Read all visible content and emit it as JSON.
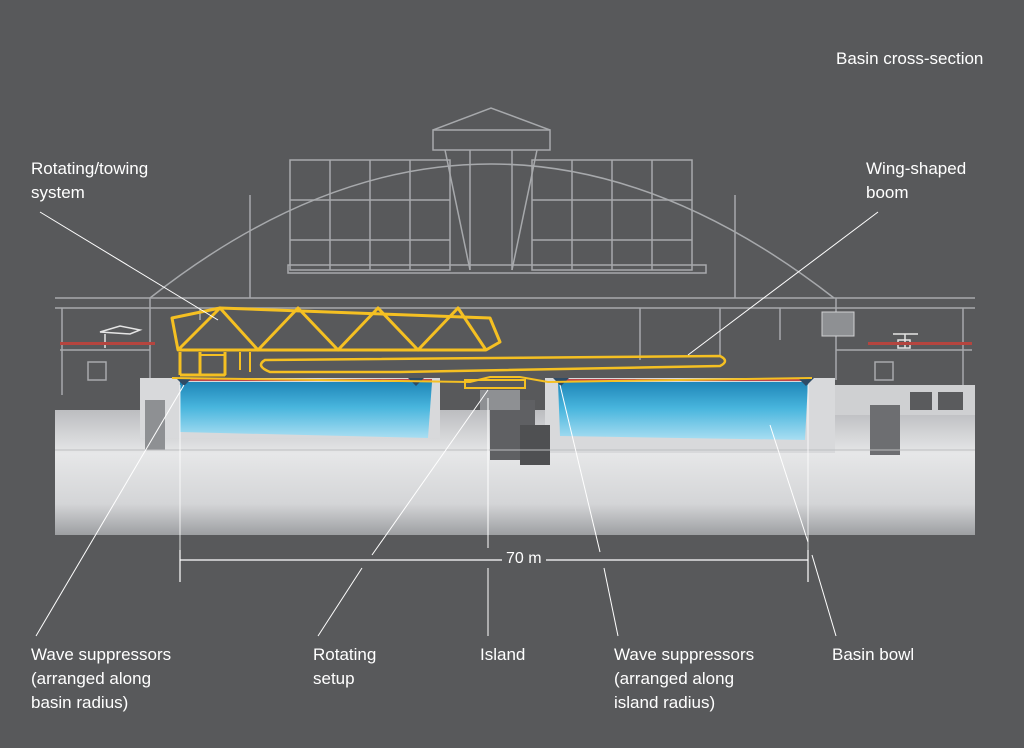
{
  "title": "Basin cross-section",
  "labels": {
    "towing": [
      "Rotating/towing",
      "system"
    ],
    "wing": [
      "Wing-shaped",
      "boom"
    ],
    "ws_basin": [
      "Wave suppressors",
      "(arranged along",
      "basin radius)"
    ],
    "rotating": [
      "Rotating",
      "setup"
    ],
    "island": [
      "Island"
    ],
    "ws_island": [
      "Wave suppressors",
      "(arranged along",
      "island radius)"
    ],
    "bowl": [
      "Basin bowl"
    ]
  },
  "dimension": "70 m",
  "colors": {
    "background": "#58595b",
    "structure_line": "#a7a9ac",
    "truss": "#f5c022",
    "water": "#3aa8d4",
    "concrete": "#d1d2d4",
    "label": "#ffffff"
  }
}
